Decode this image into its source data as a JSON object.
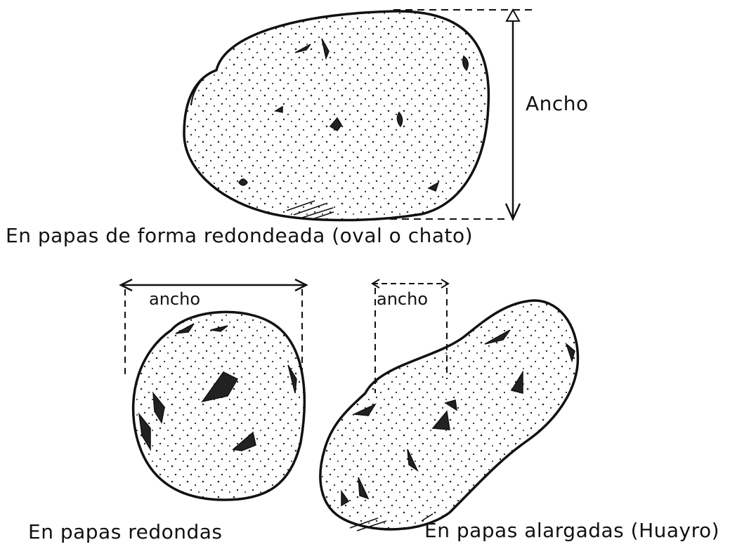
{
  "labels": {
    "top_width": "Ancho",
    "top_caption": "En papas de forma redondeada (oval o chato)",
    "round_width": "ancho",
    "round_caption": "En papas  redondas",
    "long_width": "ancho",
    "long_caption": "En papas alargadas (Huayro)"
  },
  "ink_color": "#111111"
}
